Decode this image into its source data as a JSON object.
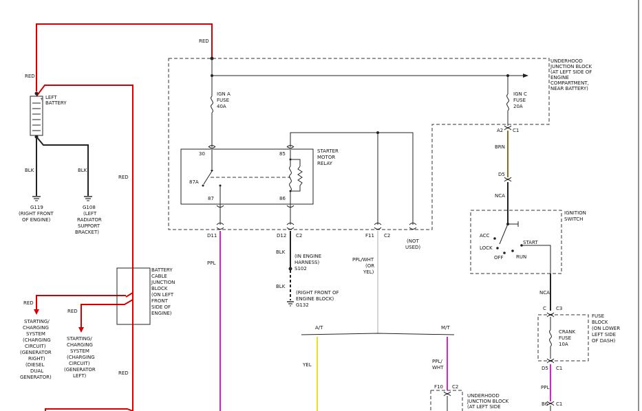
{
  "colors": {
    "red": "#d40000",
    "black": "#222222",
    "brown": "#8b6b1e",
    "ppl": "#e020d0",
    "yel": "#f0e010",
    "ppl_wht": "#cfcfcf",
    "blk": "#222222"
  },
  "wire_labels": {
    "red_top": "RED",
    "red_batt": "RED",
    "red_long": "RED",
    "red_gen_right": "RED",
    "red_gen_left": "RED",
    "red_bottom": "RED",
    "blk_g119": "BLK",
    "blk_g108": "BLK",
    "brn": "BRN",
    "nca_1": "NCA",
    "nca_2": "NCA",
    "ppl_1": "PPL",
    "ppl_2": "PPL",
    "blk_s102_a": "BLK",
    "blk_s102_b": "BLK",
    "ppl_wht_or_yel": [
      "PPL/WHT",
      "(OR",
      "YEL)"
    ],
    "yel": "YEL",
    "ppl_wht_mt": [
      "PPL/",
      "WHT"
    ]
  },
  "components": {
    "left_battery": [
      "LEFT",
      "BATTERY"
    ],
    "g119": [
      "G119",
      "(RIGHT FRONT",
      "OF ENGINE)"
    ],
    "g108": [
      "G108",
      "(LEFT",
      "RADIATOR",
      "SUPPORT",
      "BRACKET)"
    ],
    "underhood_block": [
      "UNDERHOOD",
      "JUNCTION BLOCK",
      "(AT LEFT SIDE OF",
      "ENGINE",
      "COMPARTMENT,",
      "NEAR BATTERY)"
    ],
    "ign_a_fuse": [
      "IGN A",
      "FUSE",
      "40A"
    ],
    "ign_c_fuse": [
      "IGN C",
      "FUSE",
      "20A"
    ],
    "starter_relay": [
      "STARTER",
      "MOTOR",
      "RELAY"
    ],
    "battery_cable_block": [
      "BATTERY",
      "CABLE",
      "JUNCTION",
      "BLOCK",
      "(ON LEFT",
      "FRONT",
      "SIDE OF",
      "ENGINE)"
    ],
    "gen_right": [
      "STARTING/",
      "CHARGING",
      "SYSTEM",
      "(CHARGING",
      "CIRCUIT)",
      "(GENERATOR",
      "RIGHT)",
      "(DIESEL",
      "DUAL",
      "GENERATOR)"
    ],
    "gen_left": [
      "STARTING/",
      "CHARGING",
      "SYSTEM",
      "(CHARGING",
      "CIRCUIT)",
      "(GENERATOR",
      "LEFT)"
    ],
    "in_engine_harness": [
      "(IN ENGINE",
      "HARNESS)",
      "S102"
    ],
    "g132": [
      "(RIGHT FRONT OF",
      "ENGINE BLOCK)",
      "G132"
    ],
    "not_used": [
      "(NOT",
      "USED)"
    ],
    "ignition_switch": [
      "IGNITION",
      "SWITCH"
    ],
    "fuse_block": [
      "FUSE",
      "BLOCK",
      "(ON LOWER",
      "LEFT SIDE",
      "OF DASH)"
    ],
    "crank_fuse": [
      "CRANK",
      "FUSE",
      "10A"
    ],
    "underhood_block_2": [
      "UNDERHOOD",
      "JUNCTION BLOCK",
      "(AT LEFT SIDE"
    ]
  },
  "switch_positions": {
    "acc": "ACC",
    "lock": "LOCK",
    "off": "OFF",
    "run": "RUN",
    "start": "START"
  },
  "pins": {
    "relay_30": "30",
    "relay_87a": "87A",
    "relay_87": "87",
    "relay_85": "85",
    "relay_86": "86",
    "a2": "A2",
    "c1_a": "C1",
    "d5_a": "D5",
    "d11": "D11",
    "d12": "D12",
    "c2_a": "C2",
    "f11": "F11",
    "c2_b": "C2",
    "c": "C",
    "c3": "C3",
    "d5_b": "D5",
    "c1_b": "C1",
    "f10": "F10",
    "c2_c": "C2",
    "b6": "B6",
    "c1_c": "C1"
  },
  "transmission": {
    "at": "A/T",
    "mt": "M/T"
  }
}
